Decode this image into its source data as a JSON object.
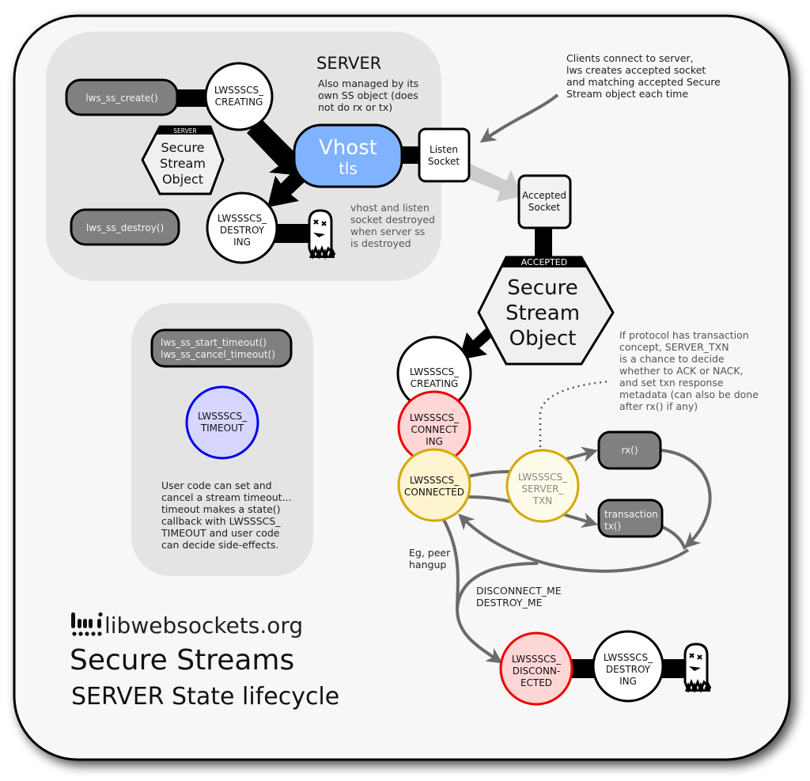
{
  "diagram": {
    "title": "Secure Streams",
    "subtitle": "SERVER State lifecycle",
    "brand": {
      "logo_icon": "libwebsockets-logo-icon",
      "text": "libwebsockets.org"
    },
    "colors": {
      "card_bg": "#f7f7f7",
      "group_bg": "#e4e4e4",
      "func_box": "#808080",
      "vhost": "#7fb2ff",
      "connecting_fill": "#ffd6d6",
      "connecting_stroke": "#ee0000",
      "connected_fill": "#fff4d0",
      "connected_stroke": "#d4a800",
      "timeout_fill": "#d6d6ff",
      "timeout_stroke": "#0000ee",
      "arrow_grey": "#6b6b6b",
      "accept_arrow": "#cccccc"
    },
    "server_group": {
      "heading": "SERVER",
      "note": [
        "Also managed by its",
        "own SS object (does",
        "not do rx or tx)"
      ],
      "create_func": "lws_ss_create()",
      "destroy_func": "lws_ss_destroy()",
      "creating_state": [
        "LWSSSCS_",
        "CREATING"
      ],
      "destroying_state": [
        "LWSSSCS_",
        "DESTROY",
        "ING"
      ],
      "ss_object": {
        "tag": "SERVER",
        "lines": [
          "Secure",
          "Stream",
          "Object"
        ]
      },
      "vhost": [
        "Vhost",
        "tls"
      ],
      "destroy_note": [
        "vhost and listen",
        "socket destroyed",
        "when server ss",
        "is destroyed"
      ],
      "ghost_icon": "dead-ghost-icon"
    },
    "listen_socket": [
      "Listen",
      "Socket"
    ],
    "clients_note": [
      "Clients connect to server,",
      "lws creates accepted socket",
      "and matching accepted Secure",
      "Stream object each time"
    ],
    "accepted_socket": [
      "Accepted",
      "Socket"
    ],
    "accepted_object": {
      "tag": "ACCEPTED",
      "lines": [
        "Secure",
        "Stream",
        "Object"
      ]
    },
    "timeout_group": {
      "funcs": [
        "lws_ss_start_timeout()",
        "lws_ss_cancel_timeout()"
      ],
      "state": [
        "LWSSSCS_",
        "TIMEOUT"
      ],
      "note": [
        "User code can set and",
        "cancel a stream timeout...",
        "timeout makes a state()",
        "callback with LWSSSCS_",
        "TIMEOUT and user code",
        "can decide side-effects."
      ]
    },
    "accepted_flow": {
      "creating": [
        "LWSSSCS_",
        "CREATING"
      ],
      "connecting": [
        "LWSSSCS_",
        "CONNECT",
        "ING"
      ],
      "connected": [
        "LWSSSCS_",
        "CONNECTED"
      ],
      "server_txn": [
        "LWSSSCS_",
        "SERVER_",
        "TXN"
      ],
      "rx": "rx()",
      "tx": [
        "transaction",
        "tx()"
      ],
      "txn_note": [
        "If protocol has transaction",
        "concept, SERVER_TXN",
        "is a chance to decide",
        "whether to ACK or NACK,",
        "and set txn response",
        "metadata (can also be done",
        "after rx() if any)"
      ],
      "hangup_note": [
        "Eg, peer",
        "hangup"
      ],
      "disconnect_note": [
        "DISCONNECT_ME",
        "DESTROY_ME"
      ],
      "disconnected": [
        "LWSSSCS_",
        "DISCONN-",
        "ECTED"
      ],
      "destroying": [
        "LWSSSCS_",
        "DESTROY",
        "ING"
      ],
      "ghost_icon": "dead-ghost-icon"
    }
  }
}
